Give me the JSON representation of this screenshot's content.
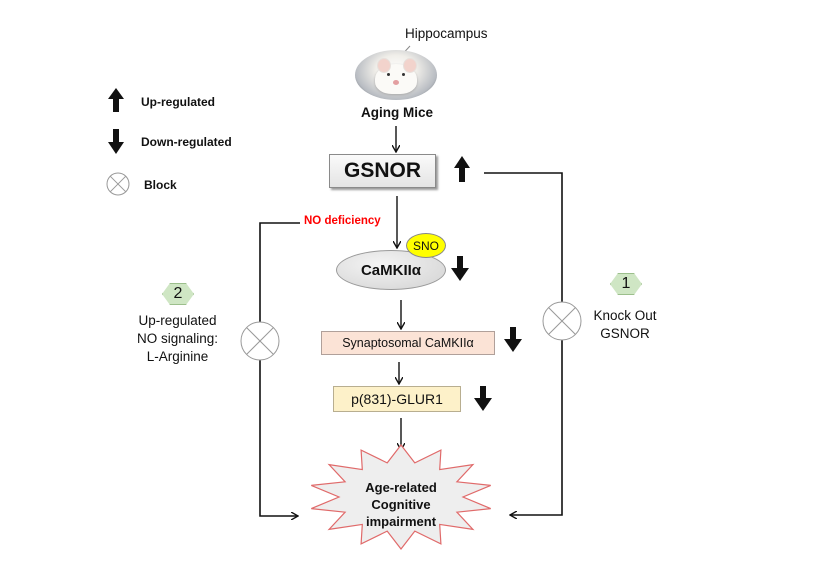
{
  "legend": {
    "items": [
      {
        "icon": "up-arrow-icon",
        "label": "Up-regulated"
      },
      {
        "icon": "down-arrow-icon",
        "label": "Down-regulated"
      },
      {
        "icon": "block-icon",
        "label": "Block"
      }
    ]
  },
  "top": {
    "region_label": "Hippocampus",
    "subject_label": "Aging Mice",
    "image": "mouse-photo"
  },
  "nodes": {
    "gsnor": {
      "label": "GSNOR",
      "regulation": "up"
    },
    "camkii": {
      "label": "CaMKIIα",
      "regulation": "down",
      "modification": "SNO"
    },
    "synaptosomal": {
      "label": "Synaptosomal CaMKIIα",
      "regulation": "down"
    },
    "glur1": {
      "label": "p(831)-GLUR1",
      "regulation": "down"
    },
    "outcome": {
      "lines": [
        "Age-related",
        "Cognitive",
        "impairment"
      ]
    }
  },
  "annotations": {
    "no_deficiency": {
      "label": "NO deficiency",
      "color": "#ff0000"
    }
  },
  "interventions": [
    {
      "number": "1",
      "lines": [
        "Knock Out",
        "GSNOR"
      ],
      "type": "block"
    },
    {
      "number": "2",
      "lines": [
        "Up-regulated",
        "NO signaling:",
        "L-Arginine"
      ],
      "type": "block"
    }
  ],
  "colors": {
    "gsnor_fill": "#eeeeee",
    "sno_fill": "#ffff00",
    "synaptosomal_fill": "#fbe3d6",
    "glur1_fill": "#fdf1c9",
    "badge_fill": "#cfe6c4",
    "outcome_border": "#e06a6a",
    "outcome_fill": "#eeeeee"
  }
}
